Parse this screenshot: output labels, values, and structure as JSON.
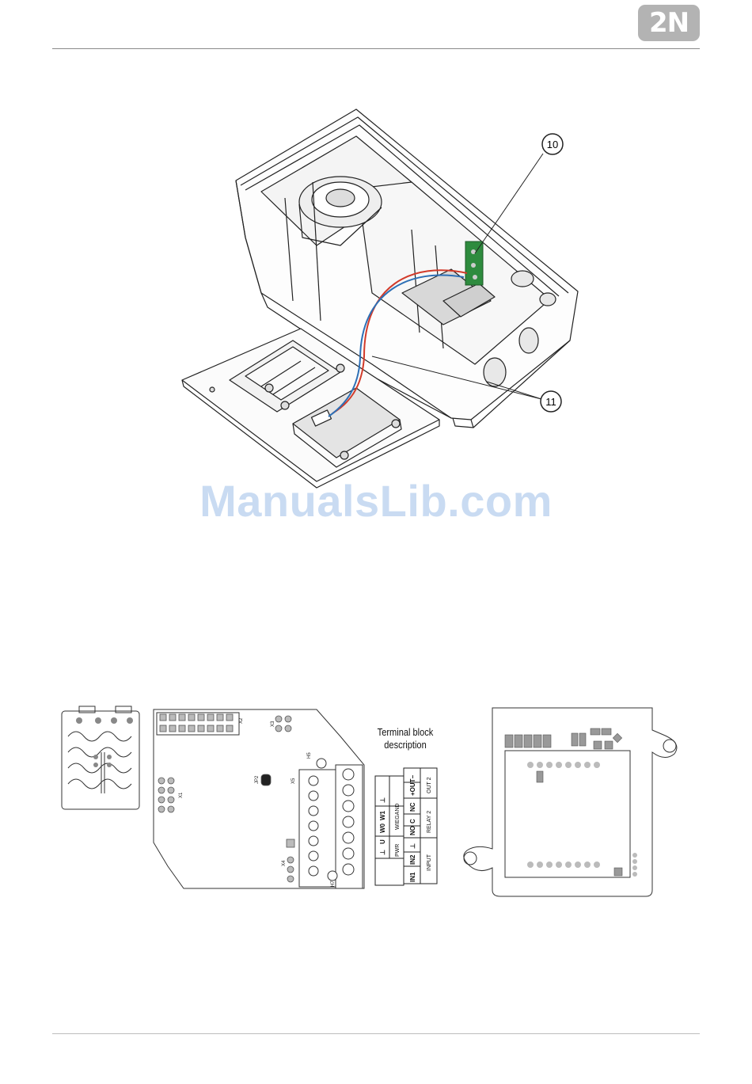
{
  "header": {
    "logo_text": "2N"
  },
  "figure_top": {
    "callouts": [
      "10",
      "11"
    ]
  },
  "watermark": "ManualsLib.com",
  "terminal_block": {
    "title_line1": "Terminal block",
    "title_line2": "description",
    "left_columns": [
      {
        "group": "PWR",
        "pins": [
          "⊥",
          "U"
        ]
      },
      {
        "group": "WIEGAND",
        "pins": [
          "W0",
          "W1",
          "⊥"
        ]
      }
    ],
    "right_columns": [
      {
        "group": "INPUT",
        "pins": [
          "IN1",
          "IN2",
          "⊥"
        ]
      },
      {
        "group": "RELAY 2",
        "pins": [
          "NO",
          "C",
          "NC"
        ]
      },
      {
        "group": "OUT 2",
        "pins": [
          "+OUT−"
        ]
      }
    ]
  },
  "board_labels": {
    "x1": "X1",
    "x2": "X2",
    "x3": "X3",
    "x4": "X4",
    "x5": "X5",
    "h5": "H5",
    "h7": "H7",
    "jp2": "JP2"
  },
  "colors": {
    "logo_bg": "#b3b3b3",
    "watermark": "#c9dbf2",
    "pcb_green": "#2e8b3e",
    "wire_red": "#d23a2a",
    "wire_blue": "#2d6fb5"
  }
}
